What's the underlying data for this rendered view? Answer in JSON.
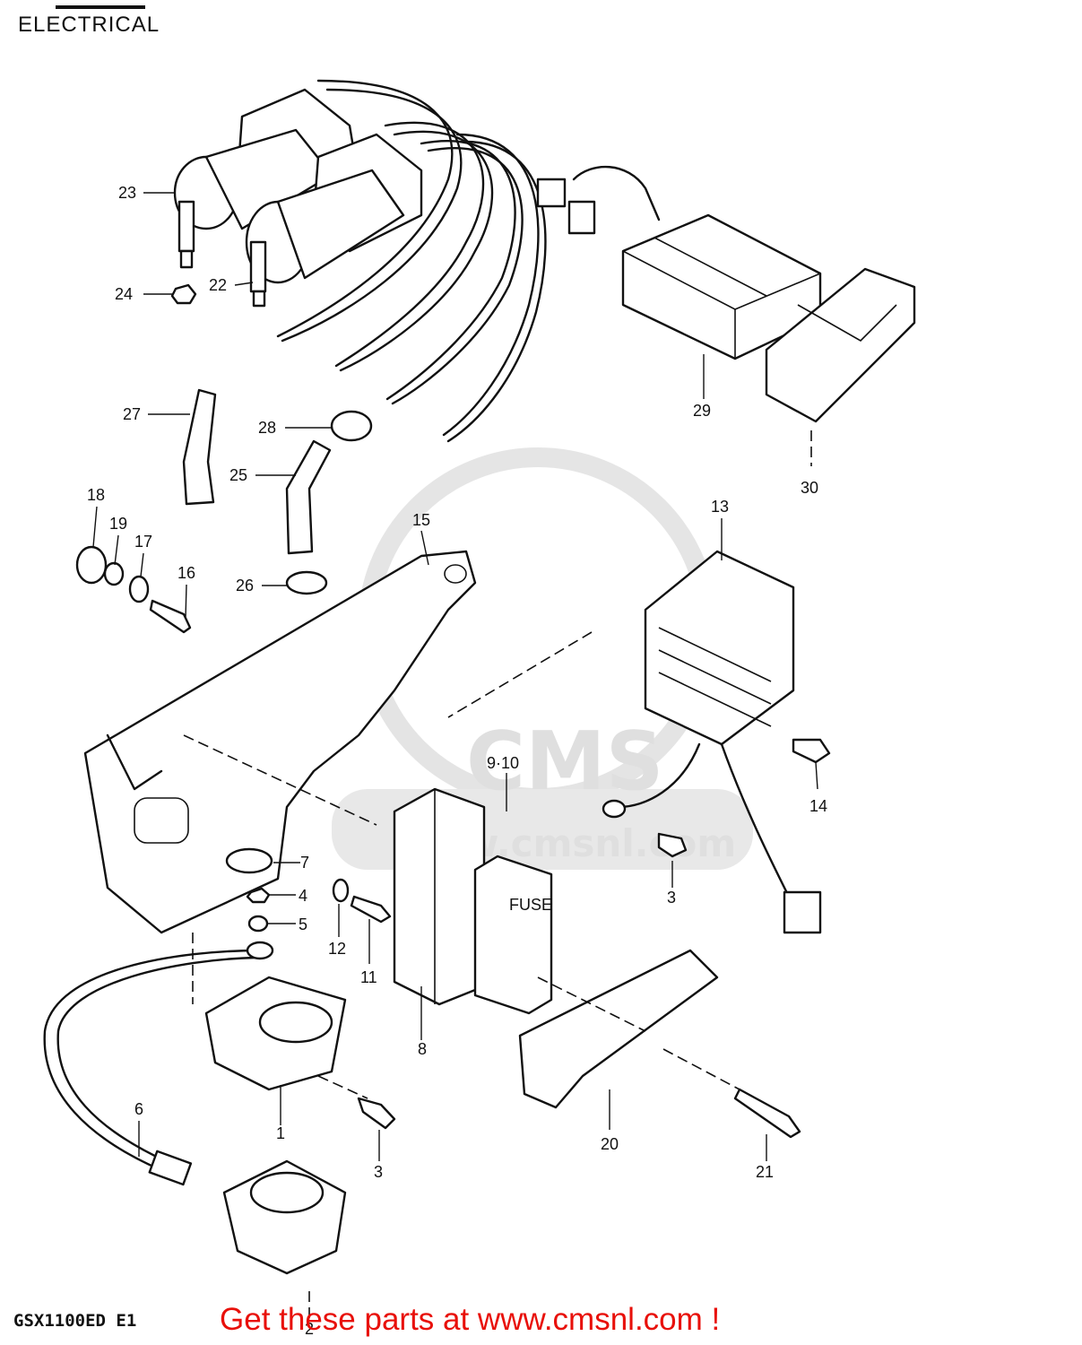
{
  "header": {
    "title": "ELECTRICAL"
  },
  "footer": {
    "model": "GSX1100ED E1",
    "cta": "Get these parts at www.cmsnl.com !"
  },
  "watermark": {
    "logo_text": "CMS",
    "url_text": "www.cmsnl.com"
  },
  "callouts": {
    "c1": "1",
    "c2": "2",
    "c3a": "3",
    "c3b": "3",
    "c4": "4",
    "c5": "5",
    "c6": "6",
    "c7": "7",
    "c8": "8",
    "c910": "9·10",
    "c11": "11",
    "c12": "12",
    "c13": "13",
    "c14": "14",
    "c15": "15",
    "c16": "16",
    "c17": "17",
    "c18": "18",
    "c19": "19",
    "c20": "20",
    "c21": "21",
    "c22": "22",
    "c23": "23",
    "c24": "24",
    "c25": "25",
    "c26": "26",
    "c27": "27",
    "c28": "28",
    "c29": "29",
    "c30": "30"
  },
  "fuse_box_label": "FUSE",
  "colors": {
    "ink": "#111111",
    "cta": "#e8100a",
    "watermark": "#dcdcdc"
  }
}
